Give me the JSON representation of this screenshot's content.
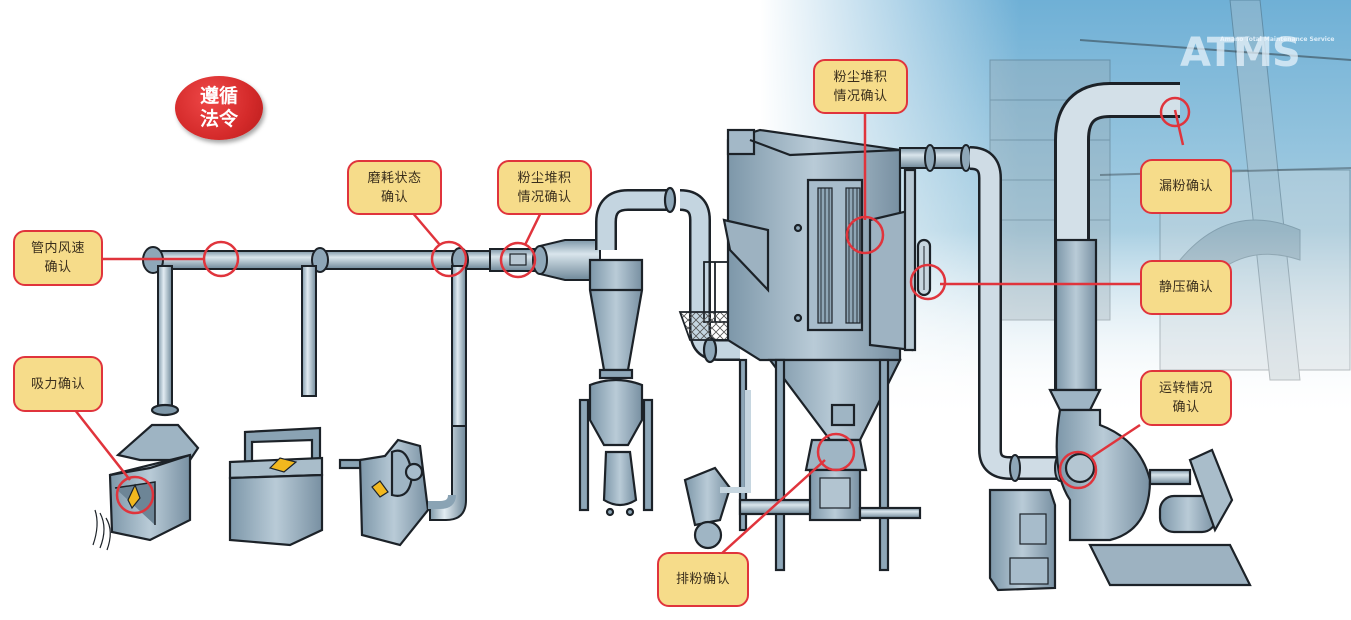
{
  "badge": {
    "text": "遵循\n法令",
    "color": "#d42a2a"
  },
  "logo": {
    "text": "ATMS",
    "subtitle": "Amano Total Maintenance Service"
  },
  "colors": {
    "callout_fill": "#f6dc8a",
    "callout_border": "#e0343c",
    "leader_line": "#e0343c",
    "equipment": "#8fa9ba",
    "equipment_light": "#c8d8e2",
    "outline": "#1c2228",
    "arrow_marker": "#f2b81e",
    "background_photo": "#7fb9d8"
  },
  "callouts": [
    {
      "id": "duct-airspeed",
      "text": "管内风速\n确认"
    },
    {
      "id": "suction",
      "text": "吸力确认"
    },
    {
      "id": "wear",
      "text": "磨耗状态\n确认"
    },
    {
      "id": "dust-duct",
      "text": "粉尘堆积\n情况确认"
    },
    {
      "id": "dust-filter",
      "text": "粉尘堆积\n情况确认"
    },
    {
      "id": "leak",
      "text": "漏粉确认"
    },
    {
      "id": "static-pressure",
      "text": "静压确认"
    },
    {
      "id": "operation",
      "text": "运转情况\n确认"
    },
    {
      "id": "discharge",
      "text": "排粉确认"
    }
  ],
  "equipment": [
    "suction-hood",
    "grinding-station-box",
    "grinder-machine",
    "main-duct",
    "cyclone-separator",
    "dust-collector",
    "rotary-valve",
    "blower-fan",
    "control-panel",
    "motor",
    "exhaust-stack"
  ]
}
